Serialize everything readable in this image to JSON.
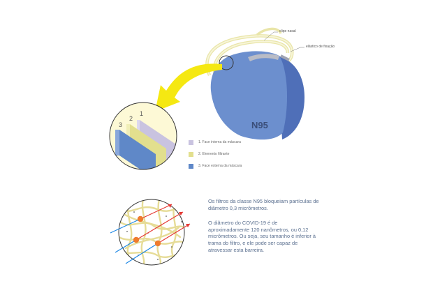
{
  "mask": {
    "label": "N95",
    "callouts": {
      "nose_clip": "clipe nasal",
      "elastic": "elástico de fixação"
    }
  },
  "layers": {
    "numbers": [
      "3",
      "2",
      "1"
    ],
    "legend": [
      {
        "label": "1. Face interna da máscara",
        "color": "#c9c3e0"
      },
      {
        "label": "2. Elemento filtrante",
        "color": "#e2df8e"
      },
      {
        "label": "3. Face externa da máscara",
        "color": "#5f88c8"
      }
    ]
  },
  "colors": {
    "mask_front": "#6c8fce",
    "mask_side": "#4f6fb8",
    "strap": "#f2efbf",
    "arrow": "#f5e812",
    "fiber": "#e6dc97",
    "particle": "#ef7b2d",
    "ray_red": "#e53935",
    "ray_blue": "#1e88e5",
    "text_blue": "#5a6f8f"
  },
  "text": {
    "paragraph1": "Os filtros da classe N95 bloqueiam partículas de diâmetro 0,3 micrômetros.",
    "paragraph2": "O diâmetro do COVID-19 é de aproximadamente 120 nanômetros, ou 0,12 micrômetros. Ou seja, seu tamanho é inferior à trama do filtro, e ele pode ser capaz de atravessar esta barreira."
  }
}
